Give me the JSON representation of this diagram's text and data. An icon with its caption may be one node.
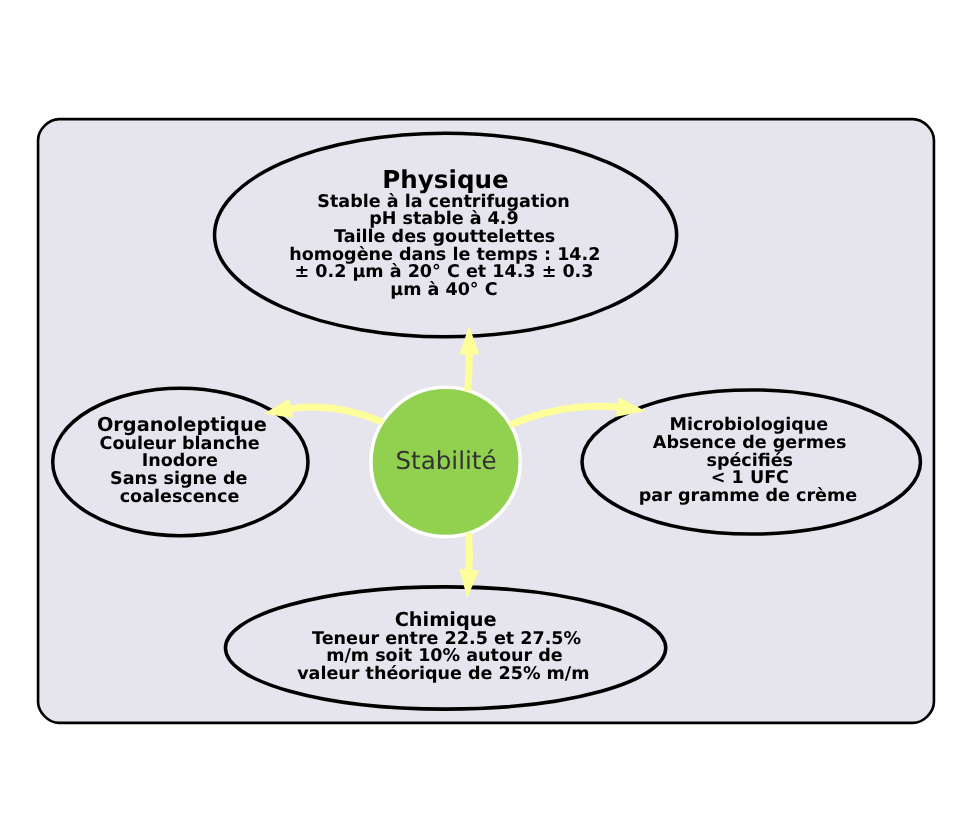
{
  "diagram": {
    "nodes": [
      {
        "text": [],
        "shape": "box"
      },
      {
        "text": [
          "Physique",
          "Stable à la centrifugation",
          "pH stable à 4.9",
          "Taille des gouttelettes homogène dans le temps : 14.2 ± 0.2 µm à 20° C et 14.3 ± 0.3 µm à 40° C"
        ],
        "in": 0
      },
      {
        "text": [
          "Organoleptique",
          "Couleur blanche",
          "Inodore",
          "Sans signe de coalescence"
        ],
        "in": 0
      },
      {
        "text": [
          "Stabilité"
        ],
        "in": 0
      },
      {
        "text": [
          "Microbiologique",
          "Absence de germes spécifiés",
          "< 1 UFC",
          "par gramme de crème"
        ],
        "in": 0
      },
      {
        "text": [
          "Chimique",
          "Teneur entre 22.5 et 27.5% m/m soit 10% autour de valeur théorique de 25% m/m"
        ],
        "in": 0
      }
    ],
    "edges": [
      {
        "from": 3,
        "to": 1,
        "arrow": "to",
        "color": "#ffff99"
      },
      {
        "from": 3,
        "to": 2,
        "arrow": "to",
        "color": "#ffff99"
      },
      {
        "from": 3,
        "to": 4,
        "arrow": "to",
        "color": "#ffff99"
      },
      {
        "from": 3,
        "to": 5,
        "arrow": "to",
        "color": "#ffff99"
      }
    ]
  }
}
